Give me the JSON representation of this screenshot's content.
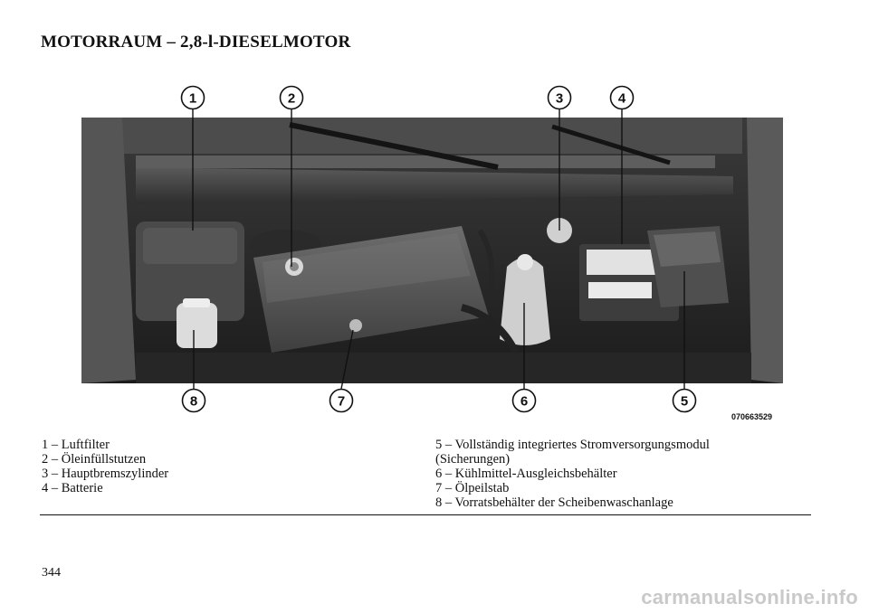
{
  "page": {
    "title": "MOTORRAUM – 2,8-l-DIESELMOTOR",
    "figure_code": "070663529",
    "page_number": "344",
    "watermark": "carmanualsonline.info"
  },
  "callouts": [
    "1",
    "2",
    "3",
    "4",
    "5",
    "6",
    "7",
    "8"
  ],
  "legend": {
    "left": [
      "1 – Luftfilter",
      "2 – Öleinfüllstutzen",
      "3 – Hauptbremszylinder",
      "4 – Batterie"
    ],
    "right": [
      "5 – Vollständig integriertes Stromversorgungsmodul",
      "(Sicherungen)",
      "6 – Kühlmittel-Ausgleichsbehälter",
      "7 – Ölpeilstab",
      "8 – Vorratsbehälter der Scheibenwaschanlage"
    ]
  }
}
